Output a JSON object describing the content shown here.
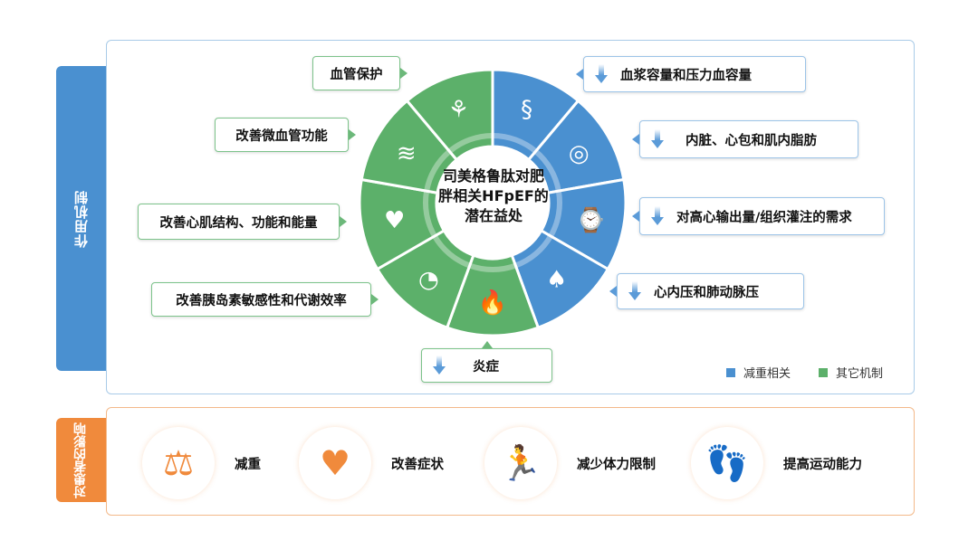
{
  "mechanism_tab": "作用机制",
  "impact_tab": "对患者的影响",
  "center_title": [
    "司美格鲁肽对肥",
    "胖相关HFpEF的",
    "潜在益处"
  ],
  "wheel": {
    "colors": {
      "weight": "#4a90d0",
      "other": "#5cb06a"
    },
    "segments": [
      {
        "icon": "intestine-icon",
        "glyph": "§",
        "group": "weight"
      },
      {
        "icon": "fat-cell-icon",
        "glyph": "◎",
        "group": "weight"
      },
      {
        "icon": "watch-icon",
        "glyph": "⌚",
        "group": "weight"
      },
      {
        "icon": "lungs-icon",
        "glyph": "♠",
        "group": "weight"
      },
      {
        "icon": "flame-icon",
        "glyph": "🔥",
        "group": "other"
      },
      {
        "icon": "pancreas-icon",
        "glyph": "◔",
        "group": "other"
      },
      {
        "icon": "heart-icon",
        "glyph": "♥",
        "group": "other"
      },
      {
        "icon": "vessel-wall-icon",
        "glyph": "≋",
        "group": "other"
      },
      {
        "icon": "blood-vessel-icon",
        "glyph": "⚘",
        "group": "other"
      }
    ]
  },
  "labels_other": [
    "血管保护",
    "改善微血管功能",
    "改善心肌结构、功能和能量",
    "改善胰岛素敏感性和代谢效率",
    "炎症"
  ],
  "labels_weight": [
    "血浆容量和压力血容量",
    "内脏、心包和肌内脂肪",
    "对高心输出量/组织灌注的需求",
    "心内压和肺动脉压"
  ],
  "legend": {
    "weight": "减重相关",
    "other": "其它机制"
  },
  "impacts": [
    {
      "label": "减重",
      "icon": "scale-icon",
      "glyph": "⚖"
    },
    {
      "label": "改善症状",
      "icon": "heart-icon",
      "glyph": "♥"
    },
    {
      "label": "减少体力限制",
      "icon": "stretching-person-icon",
      "glyph": "🏃"
    },
    {
      "label": "提高运动能力",
      "icon": "footsteps-icon",
      "glyph": "👣"
    }
  ]
}
